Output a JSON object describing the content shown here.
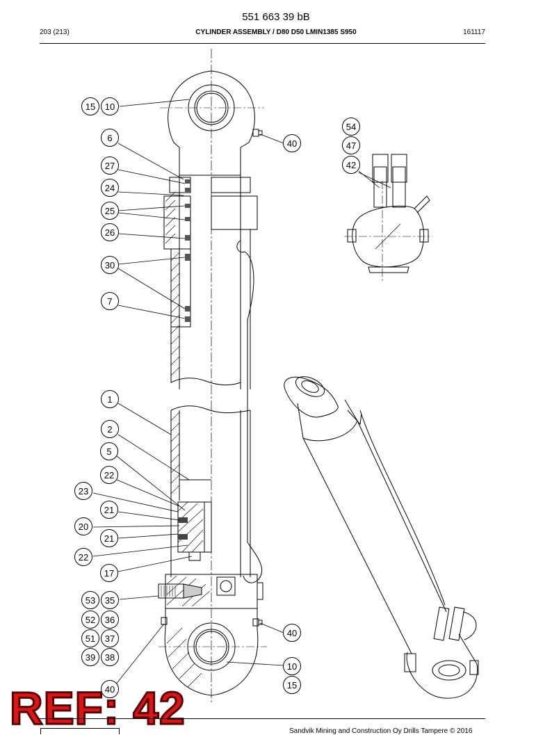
{
  "header": {
    "doc_number": "551 663 39 bB",
    "page": "203 (213)",
    "title": "CYLINDER ASSEMBLY / D80 D50 LMIN1385 S950",
    "date": "161117"
  },
  "callouts": [
    {
      "label": "15"
    },
    {
      "label": "10"
    },
    {
      "label": "6"
    },
    {
      "label": "27"
    },
    {
      "label": "24"
    },
    {
      "label": "25"
    },
    {
      "label": "26"
    },
    {
      "label": "30"
    },
    {
      "label": "7"
    },
    {
      "label": "1"
    },
    {
      "label": "2"
    },
    {
      "label": "5"
    },
    {
      "label": "22"
    },
    {
      "label": "23"
    },
    {
      "label": "21"
    },
    {
      "label": "20"
    },
    {
      "label": "21"
    },
    {
      "label": "22"
    },
    {
      "label": "17"
    },
    {
      "label": "53"
    },
    {
      "label": "35"
    },
    {
      "label": "52"
    },
    {
      "label": "36"
    },
    {
      "label": "51"
    },
    {
      "label": "37"
    },
    {
      "label": "39"
    },
    {
      "label": "38"
    },
    {
      "label": "40"
    },
    {
      "label": "40"
    },
    {
      "label": "40"
    },
    {
      "label": "10"
    },
    {
      "label": "15"
    },
    {
      "label": "54"
    },
    {
      "label": "47"
    },
    {
      "label": "42"
    }
  ],
  "stamp": "REF: 42",
  "footer": {
    "copyright": "Sandvik Mining and Construction Oy Drills Tampere © 2016"
  }
}
